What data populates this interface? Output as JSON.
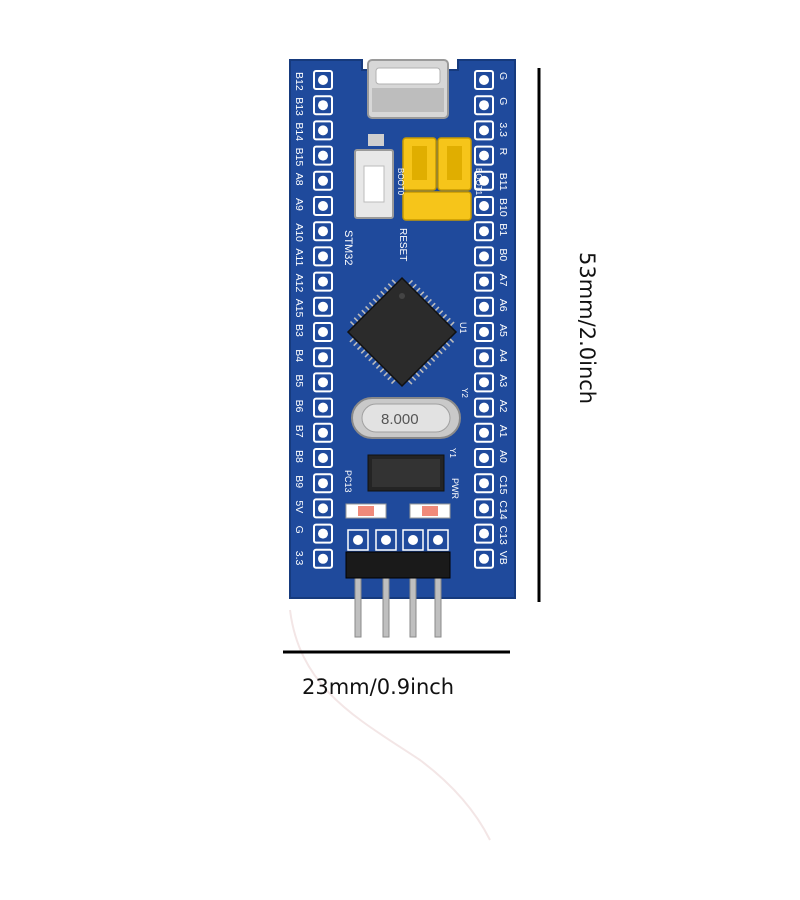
{
  "dimensions": {
    "height": "53mm/2.0inch",
    "width": "23mm/0.9inch"
  },
  "board": {
    "left_pins": [
      "B12",
      "B13",
      "B14",
      "B15",
      "A8",
      "A9",
      "A10",
      "A11",
      "A12",
      "A15",
      "B3",
      "B4",
      "B5",
      "B6",
      "B7",
      "B8",
      "B9",
      "5V",
      "G",
      "3.3"
    ],
    "right_pins": [
      "G",
      "G",
      "3.3",
      "R",
      "B11",
      "B10",
      "B1",
      "B0",
      "A7",
      "A6",
      "A5",
      "A4",
      "A3",
      "A2",
      "A1",
      "A0",
      "C15",
      "C14",
      "C13",
      "VB"
    ],
    "labels": {
      "reset": "RESET",
      "brand": "STM32",
      "boot0": "BOOT0",
      "boot1": "BOOT1",
      "crystal": "8.000",
      "pwr": "PWR",
      "pc13": "PC13",
      "y1": "Y1",
      "y2": "Y2",
      "u1": "U1"
    },
    "colors": {
      "pcb": "#1f4a9c",
      "pin_border": "#ffffff",
      "jumper": "#f6c51a",
      "chip": "#2b2b2b",
      "crystal": "#c9c9c9"
    }
  }
}
